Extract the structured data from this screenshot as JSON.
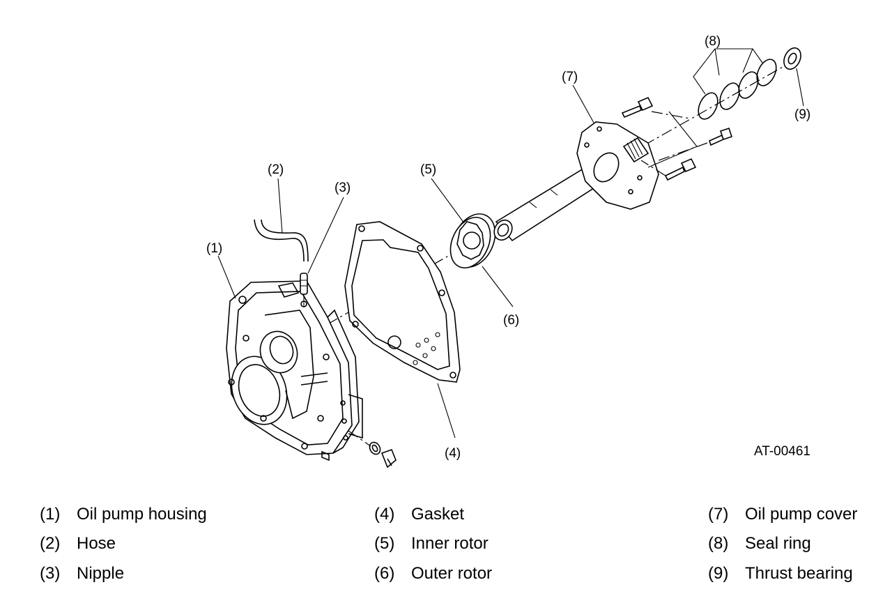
{
  "figure_code": "AT-00461",
  "callouts": {
    "c1": "(1)",
    "c2": "(2)",
    "c3": "(3)",
    "c4": "(4)",
    "c5": "(5)",
    "c6": "(6)",
    "c7": "(7)",
    "c8": "(8)",
    "c9": "(9)"
  },
  "legend": [
    {
      "num": "(1)",
      "label": "Oil pump housing"
    },
    {
      "num": "(2)",
      "label": "Hose"
    },
    {
      "num": "(3)",
      "label": "Nipple"
    },
    {
      "num": "(4)",
      "label": "Gasket"
    },
    {
      "num": "(5)",
      "label": "Inner rotor"
    },
    {
      "num": "(6)",
      "label": "Outer rotor"
    },
    {
      "num": "(7)",
      "label": "Oil pump cover"
    },
    {
      "num": "(8)",
      "label": "Seal ring"
    },
    {
      "num": "(9)",
      "label": "Thrust bearing"
    }
  ]
}
